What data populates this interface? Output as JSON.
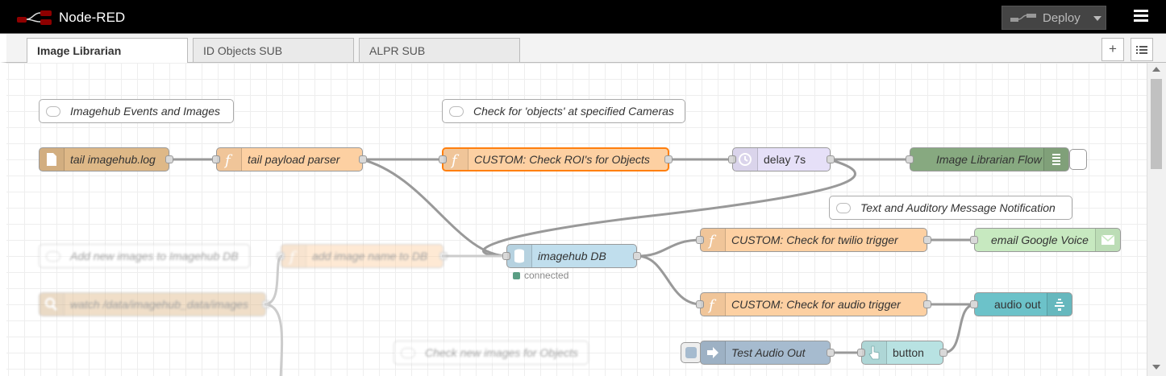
{
  "app": {
    "title": "Node-RED"
  },
  "header": {
    "deploy_label": "Deploy"
  },
  "tabs": [
    {
      "label": "Image Librarian",
      "active": true
    },
    {
      "label": "ID Objects SUB",
      "active": false
    },
    {
      "label": "ALPR SUB",
      "active": false
    }
  ],
  "tab_actions": {
    "add": "+",
    "list": "≡"
  },
  "comments": {
    "imagehub_events": "Imagehub Events and Images",
    "check_objects": "Check for 'objects' at specified Cameras",
    "text_audio": "Text and Auditory Message Notification",
    "add_new_images": "Add new images to Imagehub DB",
    "check_new_images": "Check new images for Objects"
  },
  "nodes": {
    "tail_log": "tail imagehub.log",
    "tail_parser": "tail payload parser",
    "check_roi": "CUSTOM: Check ROI's for Objects",
    "delay": "delay 7s",
    "image_librarian_flow": "Image Librarian Flow",
    "imagehub_db": "imagehub DB",
    "imagehub_db_status": "connected",
    "add_image_name": "add image name to DB",
    "watch_dir": "watch /data/imagehub_data/images",
    "twilio_trigger": "CUSTOM: Check for twilio trigger",
    "email_voice": "email Google Voice",
    "audio_trigger": "CUSTOM: Check for audio trigger",
    "audio_out": "audio out",
    "test_audio": "Test Audio Out",
    "button": "button"
  },
  "colors": {
    "file": "#deb887",
    "function": "#fdd0a2",
    "function_selected": "#ff7f0e",
    "delay": "#e6e0f8",
    "link": "#87a980",
    "db": "#c0deed",
    "email": "#c7e9c0",
    "audio": "#6cc2c9",
    "inject": "#a6bbcf",
    "button": "#b8e2e2",
    "status_connected": "#5a9e84"
  }
}
